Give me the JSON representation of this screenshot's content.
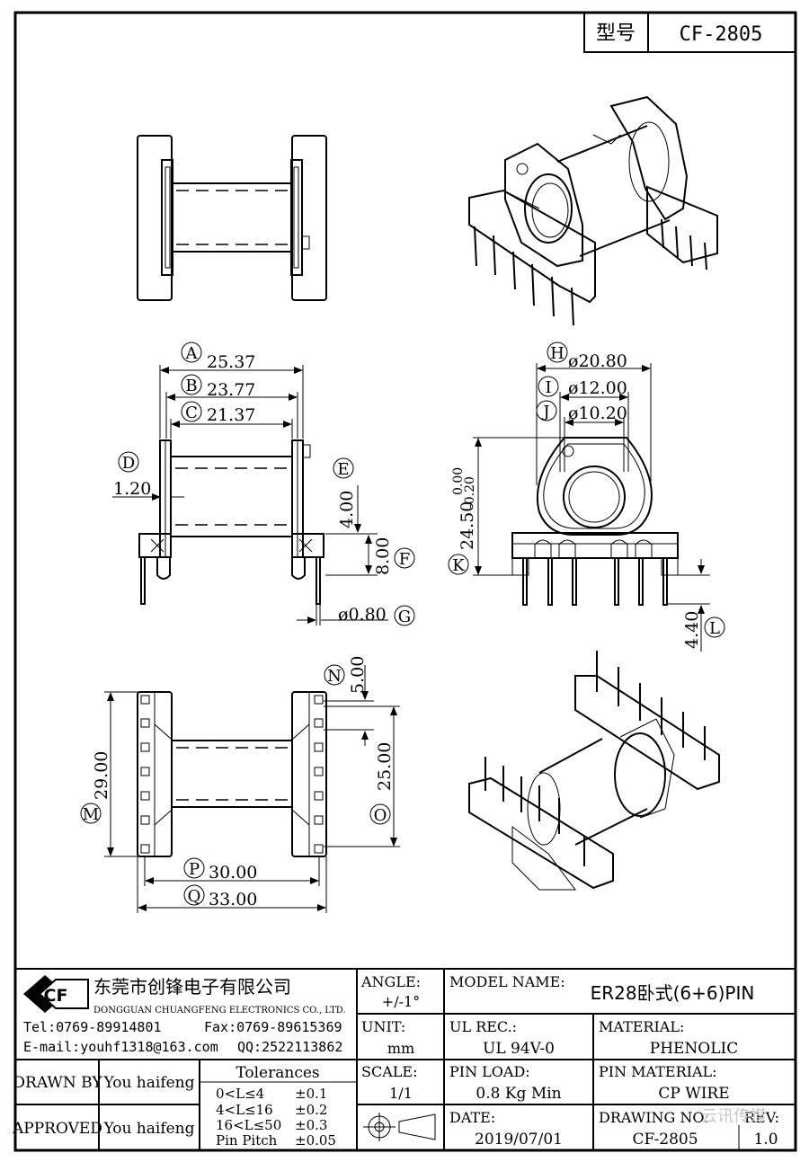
{
  "header": {
    "model_label": "型号",
    "model_value": "CF-2805"
  },
  "dimensions": {
    "A": {
      "letter": "A",
      "value": "25.37"
    },
    "B": {
      "letter": "B",
      "value": "23.77"
    },
    "C": {
      "letter": "C",
      "value": "21.37"
    },
    "D": {
      "letter": "D",
      "value": "1.20"
    },
    "E": {
      "letter": "E",
      "value": "4.00"
    },
    "F": {
      "letter": "F",
      "value": "8.00"
    },
    "G": {
      "letter": "G",
      "value": "ø0.80"
    },
    "H": {
      "letter": "H",
      "value": "ø20.80"
    },
    "I": {
      "letter": "I",
      "value": "ø12.00"
    },
    "J": {
      "letter": "J",
      "value": "ø10.20"
    },
    "K": {
      "letter": "K",
      "value": "24.50",
      "tol_upper": "0.00",
      "tol_lower": "-0.20"
    },
    "L": {
      "letter": "L",
      "value": "4.40"
    },
    "M": {
      "letter": "M",
      "value": "29.00"
    },
    "N": {
      "letter": "N",
      "value": "5.00"
    },
    "O": {
      "letter": "O",
      "value": "25.00"
    },
    "P": {
      "letter": "P",
      "value": "30.00"
    },
    "Q": {
      "letter": "Q",
      "value": "33.00"
    }
  },
  "title_block": {
    "logo_text": "CF",
    "company_cn": "东莞市创锋电子有限公司",
    "company_en": "DONGGUAN CHUANGFENG ELECTRONICS CO., LTD.",
    "tel": "Tel:0769-89914801",
    "fax": "Fax:0769-89615369",
    "email": "E-mail:youhf1318@163.com",
    "qq": "QQ:2522113862",
    "angle_label": "ANGLE:",
    "angle_value": "+/-1°",
    "unit_label": "UNIT:",
    "unit_value": "mm",
    "scale_label": "SCALE:",
    "scale_value": "1/1",
    "model_name_label": "MODEL NAME:",
    "model_name_value": "ER28卧式(6+6)PIN",
    "ul_label": "UL REC.:",
    "ul_value": "UL 94V-0",
    "material_label": "MATERIAL:",
    "material_value": "PHENOLIC",
    "pin_load_label": "PIN LOAD:",
    "pin_load_value": "0.8 Kg Min",
    "pin_material_label": "PIN MATERIAL:",
    "pin_material_value": "CP WIRE",
    "date_label": "DATE:",
    "date_value": "2019/07/01",
    "drawing_no_label": "DRAWING NO:",
    "drawing_no_value": "CF-2805",
    "rev_label": "REV:",
    "rev_value": "1.0",
    "drawn_by_label": "DRAWN BY",
    "drawn_by_value": "You haifeng",
    "approved_label": "APPROVED",
    "approved_value": "You haifeng",
    "tolerances_title": "Tolerances",
    "tolerances": [
      {
        "range": "0<L≤4",
        "tol": "±0.1"
      },
      {
        "range": "4<L≤16",
        "tol": "±0.2"
      },
      {
        "range": "16<L≤50",
        "tol": "±0.3"
      },
      {
        "range": "Pin Pitch",
        "tol": "±0.05"
      }
    ],
    "watermark": "云讯传媒"
  }
}
